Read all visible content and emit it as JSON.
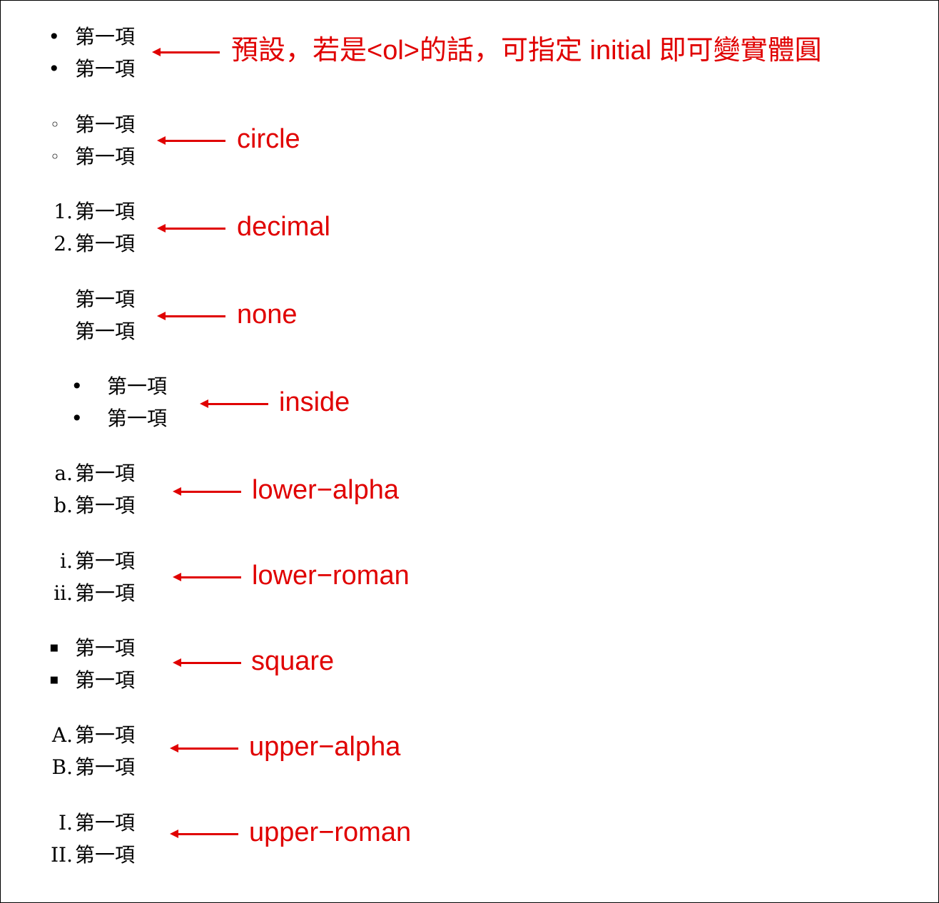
{
  "item_text": "第一項",
  "sections": [
    {
      "markers": [
        "•",
        "•"
      ],
      "label": "預設，若是<ol>的話，可指定 initial 即可變實體圓"
    },
    {
      "markers": [
        "◦",
        "◦"
      ],
      "label": "circle"
    },
    {
      "markers": [
        "1.",
        "2."
      ],
      "label": "decimal"
    },
    {
      "markers": [
        "",
        ""
      ],
      "label": "none"
    },
    {
      "markers": [
        "•",
        "•"
      ],
      "label": "inside"
    },
    {
      "markers": [
        "a.",
        "b."
      ],
      "label": "lower−alpha"
    },
    {
      "markers": [
        "i.",
        "ii."
      ],
      "label": "lower−roman"
    },
    {
      "markers": [
        "■",
        "■"
      ],
      "label": "square"
    },
    {
      "markers": [
        "A.",
        "B."
      ],
      "label": "upper−alpha"
    },
    {
      "markers": [
        "I.",
        "II."
      ],
      "label": "upper−roman"
    }
  ],
  "colors": {
    "annotation": "#e00000"
  }
}
